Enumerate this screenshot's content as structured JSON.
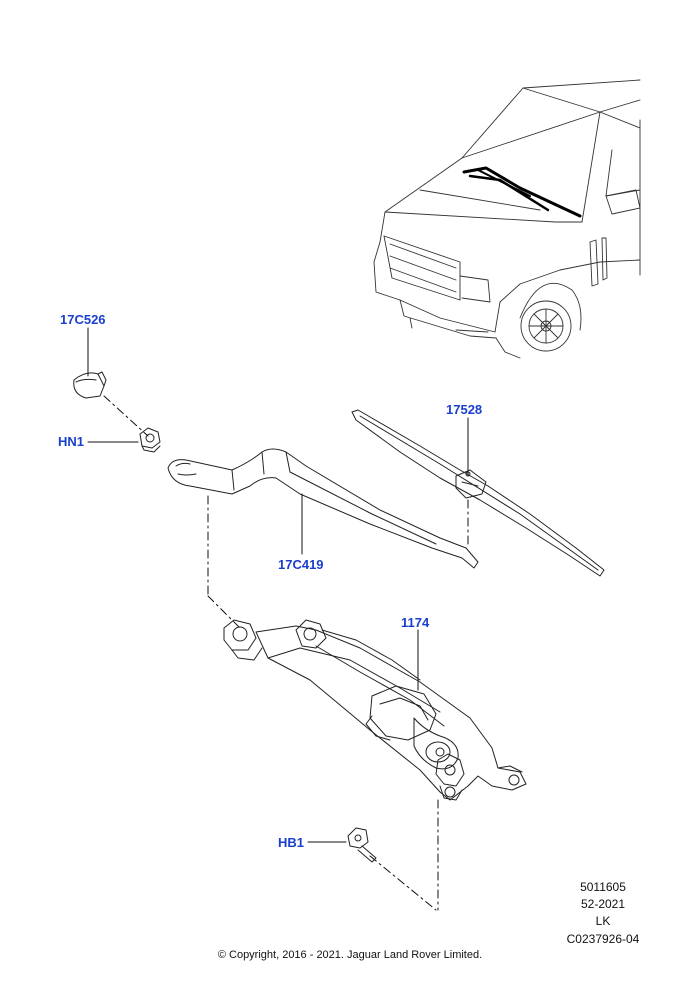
{
  "callouts": {
    "cap": "17C526",
    "nut": "HN1",
    "blade": "17528",
    "arm": "17C419",
    "linkage_motor": "1174",
    "bolt": "HB1"
  },
  "meta": {
    "line1": "5011605",
    "line2": "52-2021",
    "line3": "LK",
    "line4": "C0237926-04"
  },
  "copyright": "© Copyright, 2016 - 2021. Jaguar Land Rover Limited.",
  "colors": {
    "callout": "#1a3fcf",
    "line": "#111111"
  }
}
